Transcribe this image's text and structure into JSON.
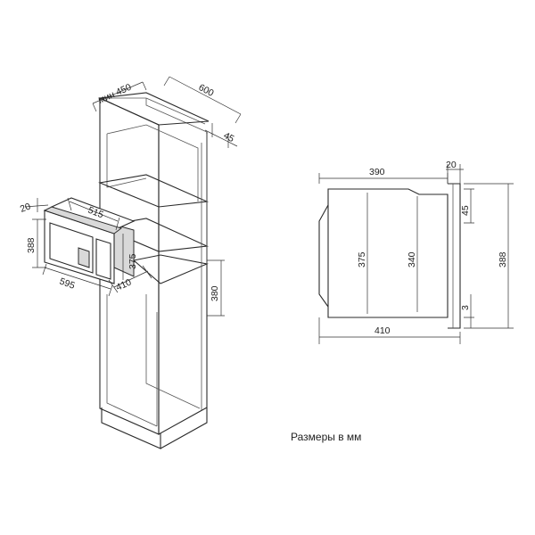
{
  "cabinet_view": {
    "dims": {
      "depth_min": "мин 450",
      "width": "600",
      "shelf_thickness": "45",
      "niche_height": "380",
      "oven_depth_front": "20",
      "oven_width_inner": "515",
      "oven_height": "388",
      "oven_height_inner": "375",
      "oven_width": "595",
      "oven_depth": "410"
    }
  },
  "side_view": {
    "dims": {
      "depth_top": "390",
      "frame_depth": "20",
      "top_offset": "45",
      "body_height": "375",
      "inner_height": "340",
      "total_height": "388",
      "bottom_offset": "3",
      "depth_bottom": "410"
    }
  },
  "note": "Размеры в мм",
  "colors": {
    "line": "#2a2a2a",
    "shadow": "#d9d9d9",
    "background": "#ffffff"
  }
}
